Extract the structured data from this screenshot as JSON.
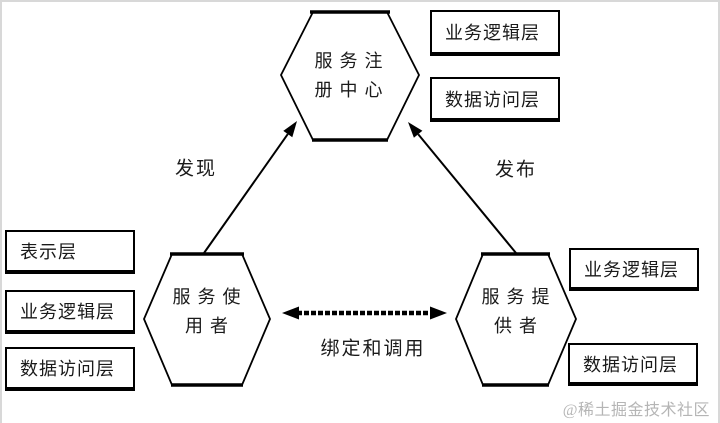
{
  "diagram": {
    "registry_node": {
      "line1": "服务注",
      "line2": "册中心"
    },
    "consumer_node": {
      "line1": "服务使",
      "line2": "用者"
    },
    "provider_node": {
      "line1": "服务提",
      "line2": "供者"
    },
    "edge_labels": {
      "discover": "发现",
      "publish": "发布",
      "bind_invoke": "绑定和调用"
    },
    "consumer_layers": [
      "表示层",
      "业务逻辑层",
      "数据访问层"
    ],
    "registry_layers": [
      "业务逻辑层",
      "数据访问层"
    ],
    "provider_layers": [
      "业务逻辑层",
      "数据访问层"
    ],
    "watermark": "@稀土掘金技术社区",
    "colors": {
      "line": "#000000",
      "frame_border": "#d8d8d8",
      "watermark_text": "#b5b5b5",
      "background": "#ffffff"
    }
  }
}
